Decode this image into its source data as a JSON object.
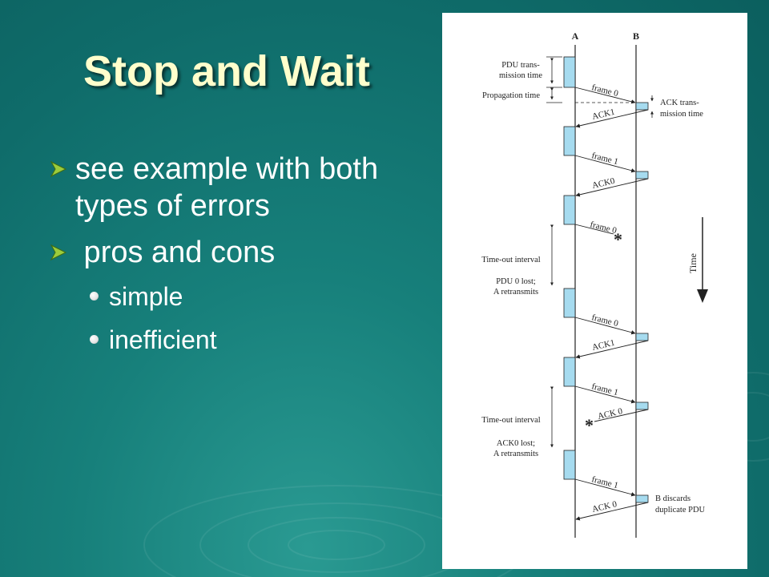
{
  "slide": {
    "title": "Stop and Wait",
    "bullets": [
      {
        "text": "see example with both types of errors"
      },
      {
        "text": " pros and cons",
        "subitems": [
          "simple",
          "inefficient"
        ]
      }
    ]
  },
  "diagram": {
    "stations": {
      "a": "A",
      "b": "B"
    },
    "annotations": {
      "pdu_transmission": [
        "PDU trans-",
        "mission time"
      ],
      "propagation": "Propagation time",
      "ack_transmission": [
        "ACK trans-",
        "mission time"
      ],
      "timeout1": "Time-out interval",
      "pdu0_lost": [
        "PDU 0 lost;",
        "A retransmits"
      ],
      "timeout2": "Time-out interval",
      "ack0_lost": [
        "ACK0 lost;",
        "A retransmits"
      ],
      "b_discards": [
        "B discards",
        "duplicate PDU"
      ],
      "time_axis": "Time"
    },
    "messages": [
      {
        "label": "frame 0",
        "dir": "A-B",
        "lost": false
      },
      {
        "label": "ACK1",
        "dir": "B-A",
        "lost": false
      },
      {
        "label": "frame 1",
        "dir": "A-B",
        "lost": false
      },
      {
        "label": "ACK0",
        "dir": "B-A",
        "lost": false
      },
      {
        "label": "frame 0",
        "dir": "A-B",
        "lost": true
      },
      {
        "label": "frame 0",
        "dir": "A-B",
        "lost": false
      },
      {
        "label": "ACK1",
        "dir": "B-A",
        "lost": false
      },
      {
        "label": "frame 1",
        "dir": "A-B",
        "lost": false
      },
      {
        "label": "ACK 0",
        "dir": "B-A",
        "lost": true
      },
      {
        "label": "frame 1",
        "dir": "A-B",
        "lost": false
      },
      {
        "label": "ACK 0",
        "dir": "B-A",
        "lost": false
      }
    ],
    "lost_marker": "*"
  },
  "colors": {
    "background": "#0f6c6a",
    "title": "#ffffcc",
    "bullet_text": "#ffffff",
    "bullet_arrow": "#9ccc3c",
    "pdu_block": "#a6dbef",
    "line": "#222222"
  }
}
